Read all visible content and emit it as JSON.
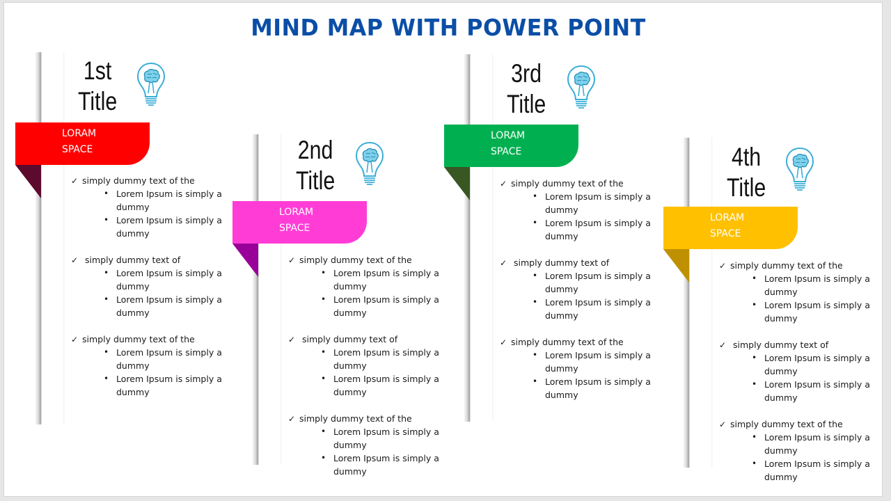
{
  "slide": {
    "title": "MIND MAP WITH POWER POINT",
    "title_color": "#0b4ea6"
  },
  "columns": [
    {
      "number": "1st",
      "title": "Title",
      "icon": "lightbulb-brain-icon",
      "ribbon": {
        "line1": "LORAM",
        "line2": "SPACE",
        "color": "#ff0000",
        "fold_color": "#5c0a2e"
      },
      "groups": [
        {
          "heading": "simply dummy text of the",
          "bullets": [
            "Lorem Ipsum is simply a dummy",
            "Lorem Ipsum is simply a dummy"
          ]
        },
        {
          "heading": " simply dummy text of",
          "bullets": [
            "Lorem Ipsum is simply a dummy",
            "Lorem Ipsum is simply a dummy"
          ]
        },
        {
          "heading": "simply dummy text of the",
          "bullets": [
            "Lorem Ipsum is simply a dummy",
            "Lorem Ipsum is simply a dummy"
          ]
        }
      ]
    },
    {
      "number": "2nd",
      "title": "Title",
      "icon": "lightbulb-brain-icon",
      "ribbon": {
        "line1": "LORAM",
        "line2": "SPACE",
        "color": "#ff3dd6",
        "fold_color": "#990099"
      },
      "groups": [
        {
          "heading": "simply dummy text of the",
          "bullets": [
            "Lorem Ipsum is simply a dummy",
            "Lorem Ipsum is simply a dummy"
          ]
        },
        {
          "heading": " simply dummy text of",
          "bullets": [
            "Lorem Ipsum is simply a dummy",
            "Lorem Ipsum is simply a dummy"
          ]
        },
        {
          "heading": "simply dummy text of the",
          "bullets": [
            "Lorem Ipsum is simply a dummy",
            "Lorem Ipsum is simply a dummy"
          ]
        }
      ]
    },
    {
      "number": "3rd",
      "title": "Title",
      "icon": "lightbulb-brain-icon",
      "ribbon": {
        "line1": "LORAM",
        "line2": "SPACE",
        "color": "#00b050",
        "fold_color": "#385723"
      },
      "groups": [
        {
          "heading": "simply dummy text of the",
          "bullets": [
            "Lorem Ipsum is simply a dummy",
            "Lorem Ipsum is simply a dummy"
          ]
        },
        {
          "heading": " simply dummy text of",
          "bullets": [
            "Lorem Ipsum is simply a dummy",
            "Lorem Ipsum is simply a dummy"
          ]
        },
        {
          "heading": "simply dummy text of the",
          "bullets": [
            "Lorem Ipsum is simply a dummy",
            "Lorem Ipsum is simply a dummy"
          ]
        }
      ]
    },
    {
      "number": "4th",
      "title": "Title",
      "icon": "lightbulb-brain-icon",
      "ribbon": {
        "line1": "LORAM",
        "line2": "SPACE",
        "color": "#ffc000",
        "fold_color": "#bf9000"
      },
      "groups": [
        {
          "heading": "simply dummy text of the",
          "bullets": [
            "Lorem Ipsum is simply a dummy",
            "Lorem Ipsum is simply a dummy"
          ]
        },
        {
          "heading": " simply dummy text of",
          "bullets": [
            "Lorem Ipsum is simply a dummy",
            "Lorem Ipsum is simply a dummy"
          ]
        },
        {
          "heading": "simply dummy text of the",
          "bullets": [
            "Lorem Ipsum is simply a dummy",
            "Lorem Ipsum is simply a dummy"
          ]
        }
      ]
    }
  ],
  "icons": {
    "check": "✓",
    "bullet": "•"
  }
}
